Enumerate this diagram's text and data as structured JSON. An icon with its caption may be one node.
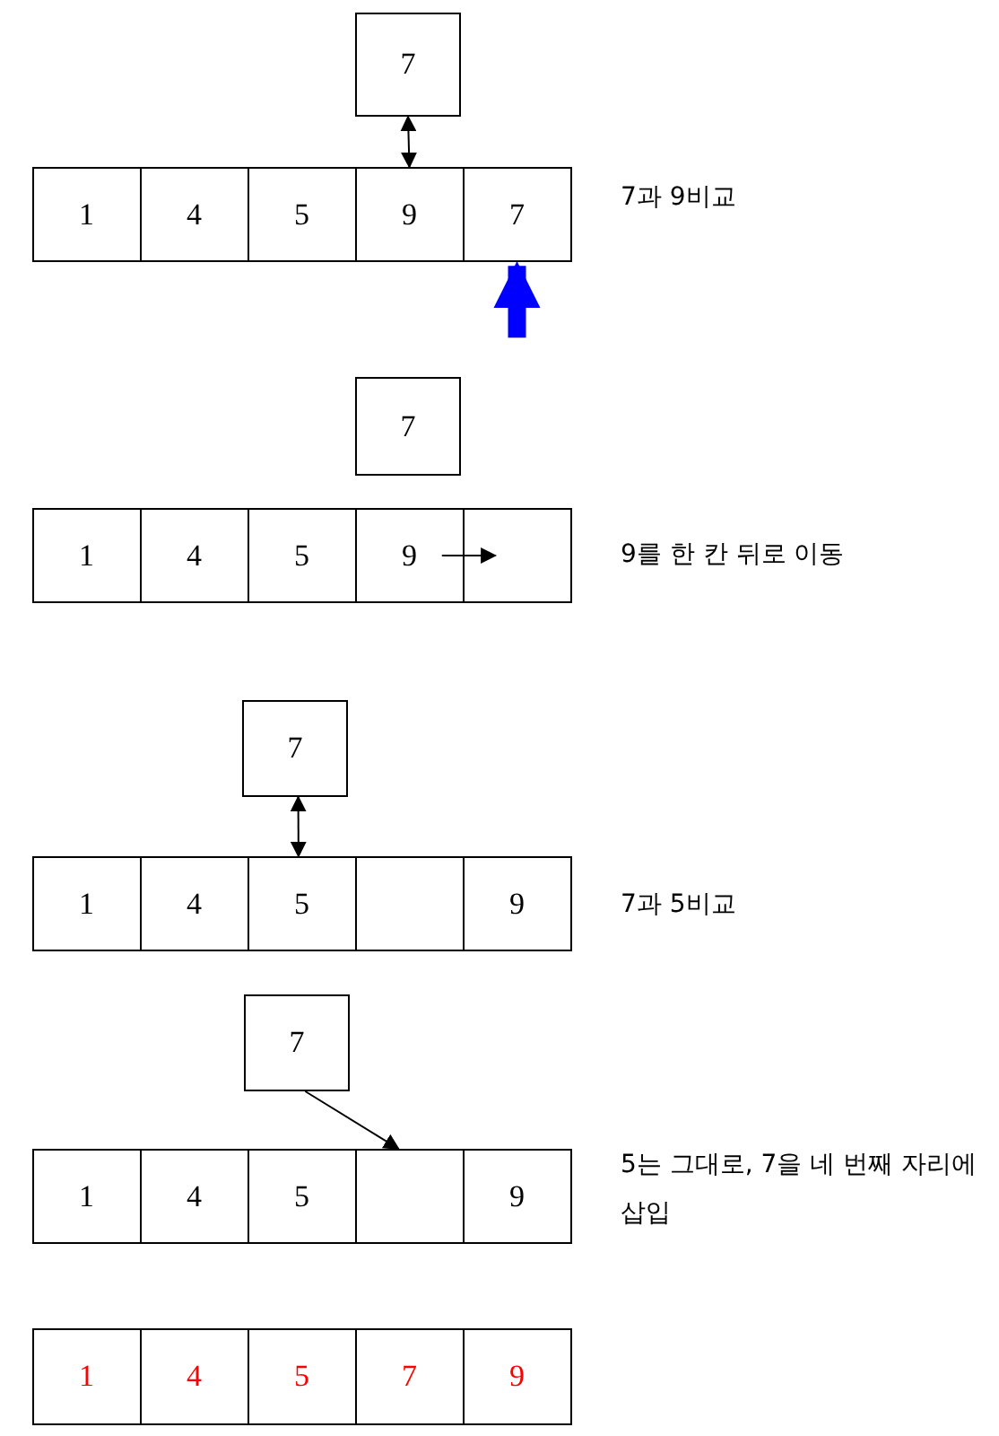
{
  "diagram": {
    "nodes": [
      {
        "text": [
          "7"
        ]
      },
      {
        "text": [
          "1"
        ]
      },
      {
        "text": [
          "4"
        ]
      },
      {
        "text": [
          "5"
        ]
      },
      {
        "text": [
          "9"
        ]
      },
      {
        "text": [
          "7"
        ]
      },
      {
        "text": [
          "7"
        ]
      },
      {
        "text": [
          "1"
        ]
      },
      {
        "text": [
          "4"
        ]
      },
      {
        "text": [
          "5"
        ]
      },
      {
        "text": [
          "9"
        ]
      },
      {
        "text": [],
        "shape": "box"
      },
      {
        "text": [
          "7"
        ]
      },
      {
        "text": [
          "1"
        ]
      },
      {
        "text": [
          "4"
        ]
      },
      {
        "text": [
          "5"
        ]
      },
      {
        "text": [],
        "shape": "box"
      },
      {
        "text": [
          "9"
        ]
      },
      {
        "text": [
          "7"
        ]
      },
      {
        "text": [
          "1"
        ]
      },
      {
        "text": [
          "4"
        ]
      },
      {
        "text": [
          "5"
        ]
      },
      {
        "text": [],
        "shape": "box"
      },
      {
        "text": [
          "9"
        ]
      },
      {
        "text": [
          "1"
        ]
      },
      {
        "text": [
          "4"
        ]
      },
      {
        "text": [
          "5"
        ]
      },
      {
        "text": [
          "7"
        ]
      },
      {
        "text": [
          "9"
        ]
      }
    ],
    "edges": [
      {
        "from": 0,
        "to": 4,
        "arrow": "both"
      },
      {
        "from": null,
        "to": 5,
        "arrow": "to",
        "style": "thick",
        "color": "#0000ff"
      },
      {
        "from": 10,
        "to": 11,
        "arrow": "to"
      },
      {
        "from": 12,
        "to": 15,
        "arrow": "both"
      },
      {
        "from": 18,
        "to": 22,
        "arrow": "to"
      }
    ],
    "labels": [
      "7과 9비교",
      "9를 한 칸 뒤로 이동",
      "7과 5비교",
      "5는 그대로, 7을 네 번째 자리에 삽입"
    ]
  }
}
